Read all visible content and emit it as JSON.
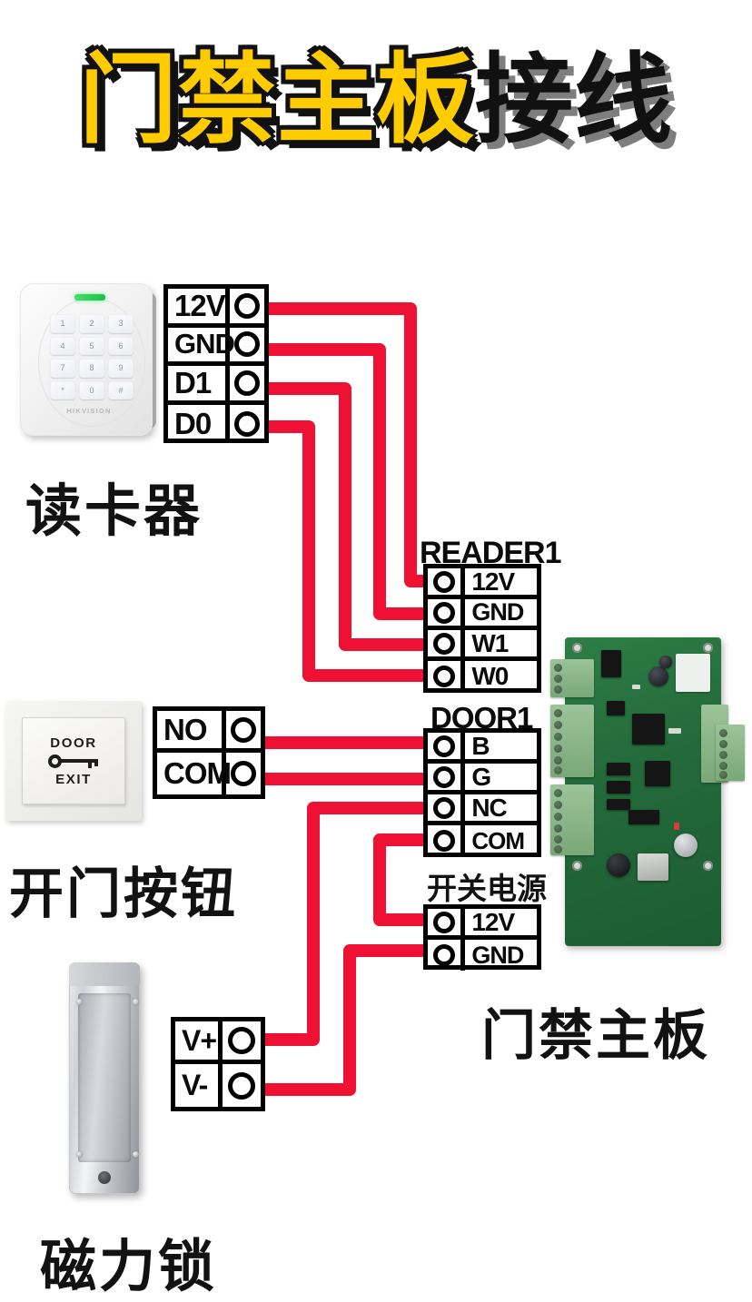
{
  "title": {
    "part_yellow": "门禁主板",
    "part_black": "接线",
    "full": "门禁主板接线",
    "yellow_hex": "#ffcc00",
    "outline_hex": "#111111"
  },
  "wire_color": "#ee1133",
  "devices": {
    "card_reader": {
      "caption": "读卡器",
      "brand": "HIKVISION",
      "keys": [
        "1",
        "2",
        "3",
        "4",
        "5",
        "6",
        "7",
        "8",
        "9",
        "*",
        "0",
        "#"
      ],
      "led": "status-led-green"
    },
    "exit_button": {
      "caption": "开门按钮",
      "line1": "DOOR",
      "line2": "EXIT",
      "icon": "key-icon"
    },
    "maglock": {
      "caption": "磁力锁"
    },
    "mainboard": {
      "caption": "门禁主板"
    }
  },
  "terminal_blocks": {
    "reader_side": {
      "name": "reader-terminal-block",
      "pin_side": "right",
      "rows": [
        {
          "label": "12V"
        },
        {
          "label": "GND"
        },
        {
          "label": "D1"
        },
        {
          "label": "D0"
        }
      ]
    },
    "reader1": {
      "name": "reader1-terminal-block",
      "caption": "READER1",
      "pin_side": "left",
      "rows": [
        {
          "label": "12V"
        },
        {
          "label": "GND"
        },
        {
          "label": "W1"
        },
        {
          "label": "W0"
        }
      ]
    },
    "door1": {
      "name": "door1-terminal-block",
      "caption": "DOOR1",
      "pin_side": "left",
      "rows": [
        {
          "label": "B"
        },
        {
          "label": "G"
        },
        {
          "label": "NC"
        },
        {
          "label": "COM"
        }
      ]
    },
    "power_supply": {
      "name": "power-supply-terminal-block",
      "caption": "开关电源",
      "pin_side": "left",
      "rows": [
        {
          "label": "12V"
        },
        {
          "label": "GND"
        }
      ]
    },
    "exit_button_block": {
      "name": "exit-button-terminal-block",
      "pin_side": "right",
      "rows": [
        {
          "label": "NO"
        },
        {
          "label": "COM"
        }
      ]
    },
    "maglock_block": {
      "name": "maglock-terminal-block",
      "pin_side": "right",
      "rows": [
        {
          "label": "V+"
        },
        {
          "label": "V-"
        }
      ]
    }
  },
  "connections": [
    {
      "from": "reader.12V",
      "to": "READER1.12V"
    },
    {
      "from": "reader.GND",
      "to": "READER1.GND"
    },
    {
      "from": "reader.D1",
      "to": "READER1.W1"
    },
    {
      "from": "reader.D0",
      "to": "READER1.W0"
    },
    {
      "from": "exit.NO",
      "to": "DOOR1.B"
    },
    {
      "from": "exit.COM",
      "to": "DOOR1.G"
    },
    {
      "from": "DOOR1.NC",
      "to": "maglock.V+"
    },
    {
      "from": "DOOR1.COM",
      "to": "power.12V"
    },
    {
      "from": "power.GND",
      "to": "maglock.V-"
    }
  ]
}
